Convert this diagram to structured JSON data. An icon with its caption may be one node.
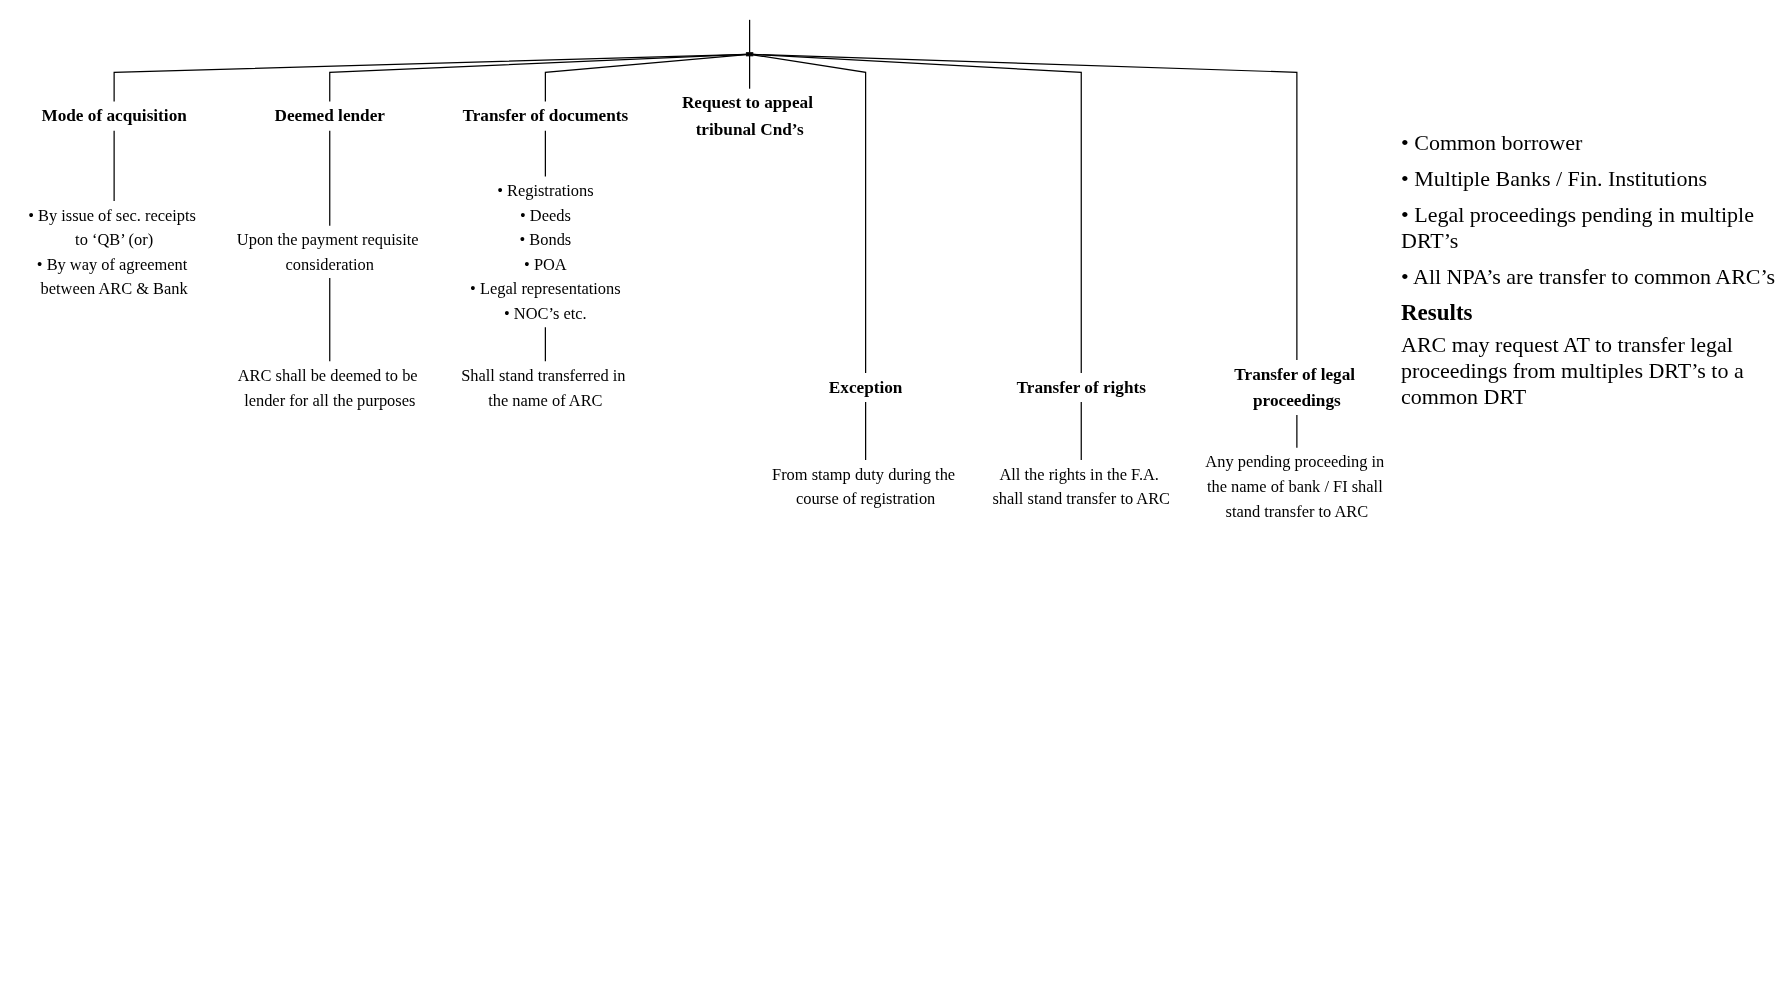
{
  "diagram": {
    "nodes": [
      {
        "text": [],
        "shape": "bar"
      },
      {
        "text": [
          "Mode of acquisition"
        ]
      },
      {
        "text": [
          "• By issue of sec. receipts to ‘QB’ (or)",
          "• By way of agreement between ARC & Bank"
        ]
      },
      {
        "text": [
          "Deemed lender"
        ]
      },
      {
        "text": [
          "Upon the payment requisite consideration"
        ]
      },
      {
        "text": [
          "ARC shall be deemed to be lender for all the purposes"
        ]
      },
      {
        "text": [
          "Transfer of documents"
        ]
      },
      {
        "text": [
          "• Registrations",
          "• Deeds",
          "• Bonds",
          "• POA",
          "• Legal representations",
          "• NOC’s etc."
        ]
      },
      {
        "text": [
          "Shall stand transferred in the name of ARC"
        ]
      },
      {
        "text": [
          "Request to appeal tribunal Cnd’s"
        ]
      },
      {
        "text": [
          "Exception"
        ]
      },
      {
        "text": [
          "From stamp duty during the course of registration"
        ]
      },
      {
        "text": [
          "Transfer of rights"
        ]
      },
      {
        "text": [
          "All the rights in the F.A. shall stand transfer to ARC"
        ]
      },
      {
        "text": [
          "Transfer of legal proceedings"
        ]
      },
      {
        "text": [
          "Any pending proceeding in the name of bank / FI shall stand transfer to ARC"
        ]
      }
    ],
    "edges": [
      {
        "from": null,
        "to": 0,
        "arrow": "none"
      },
      {
        "from": 0,
        "to": 1,
        "arrow": "none"
      },
      {
        "from": 0,
        "to": 10,
        "arrow": "none"
      },
      {
        "from": 0,
        "to": 3,
        "arrow": "none"
      },
      {
        "from": 0,
        "to": 12,
        "arrow": "none"
      },
      {
        "from": 0,
        "to": 6,
        "arrow": "none"
      },
      {
        "from": 0,
        "to": 14,
        "arrow": "none"
      },
      {
        "from": 0,
        "to": 9,
        "arrow": "none"
      },
      {
        "from": 1,
        "to": 2,
        "arrow": "none"
      },
      {
        "from": 3,
        "to": 4,
        "arrow": "none"
      },
      {
        "from": 4,
        "to": 5,
        "arrow": "none"
      },
      {
        "from": 6,
        "to": 7,
        "arrow": "none"
      },
      {
        "from": 7,
        "to": 8,
        "arrow": "none"
      },
      {
        "from": 10,
        "to": 11,
        "arrow": "none"
      },
      {
        "from": 12,
        "to": 13,
        "arrow": "none"
      },
      {
        "from": 14,
        "to": 15,
        "arrow": "none"
      }
    ],
    "labels": [
      "• Common borrower",
      "• Multiple Banks / Fin. Institutions",
      "• Legal proceedings pending in multiple DRT’s",
      "• All NPA’s are transfer to common ARC’s",
      "Results",
      "ARC may request AT to transfer legal proceedings from multiples DRT’s to a common DRT"
    ]
  }
}
